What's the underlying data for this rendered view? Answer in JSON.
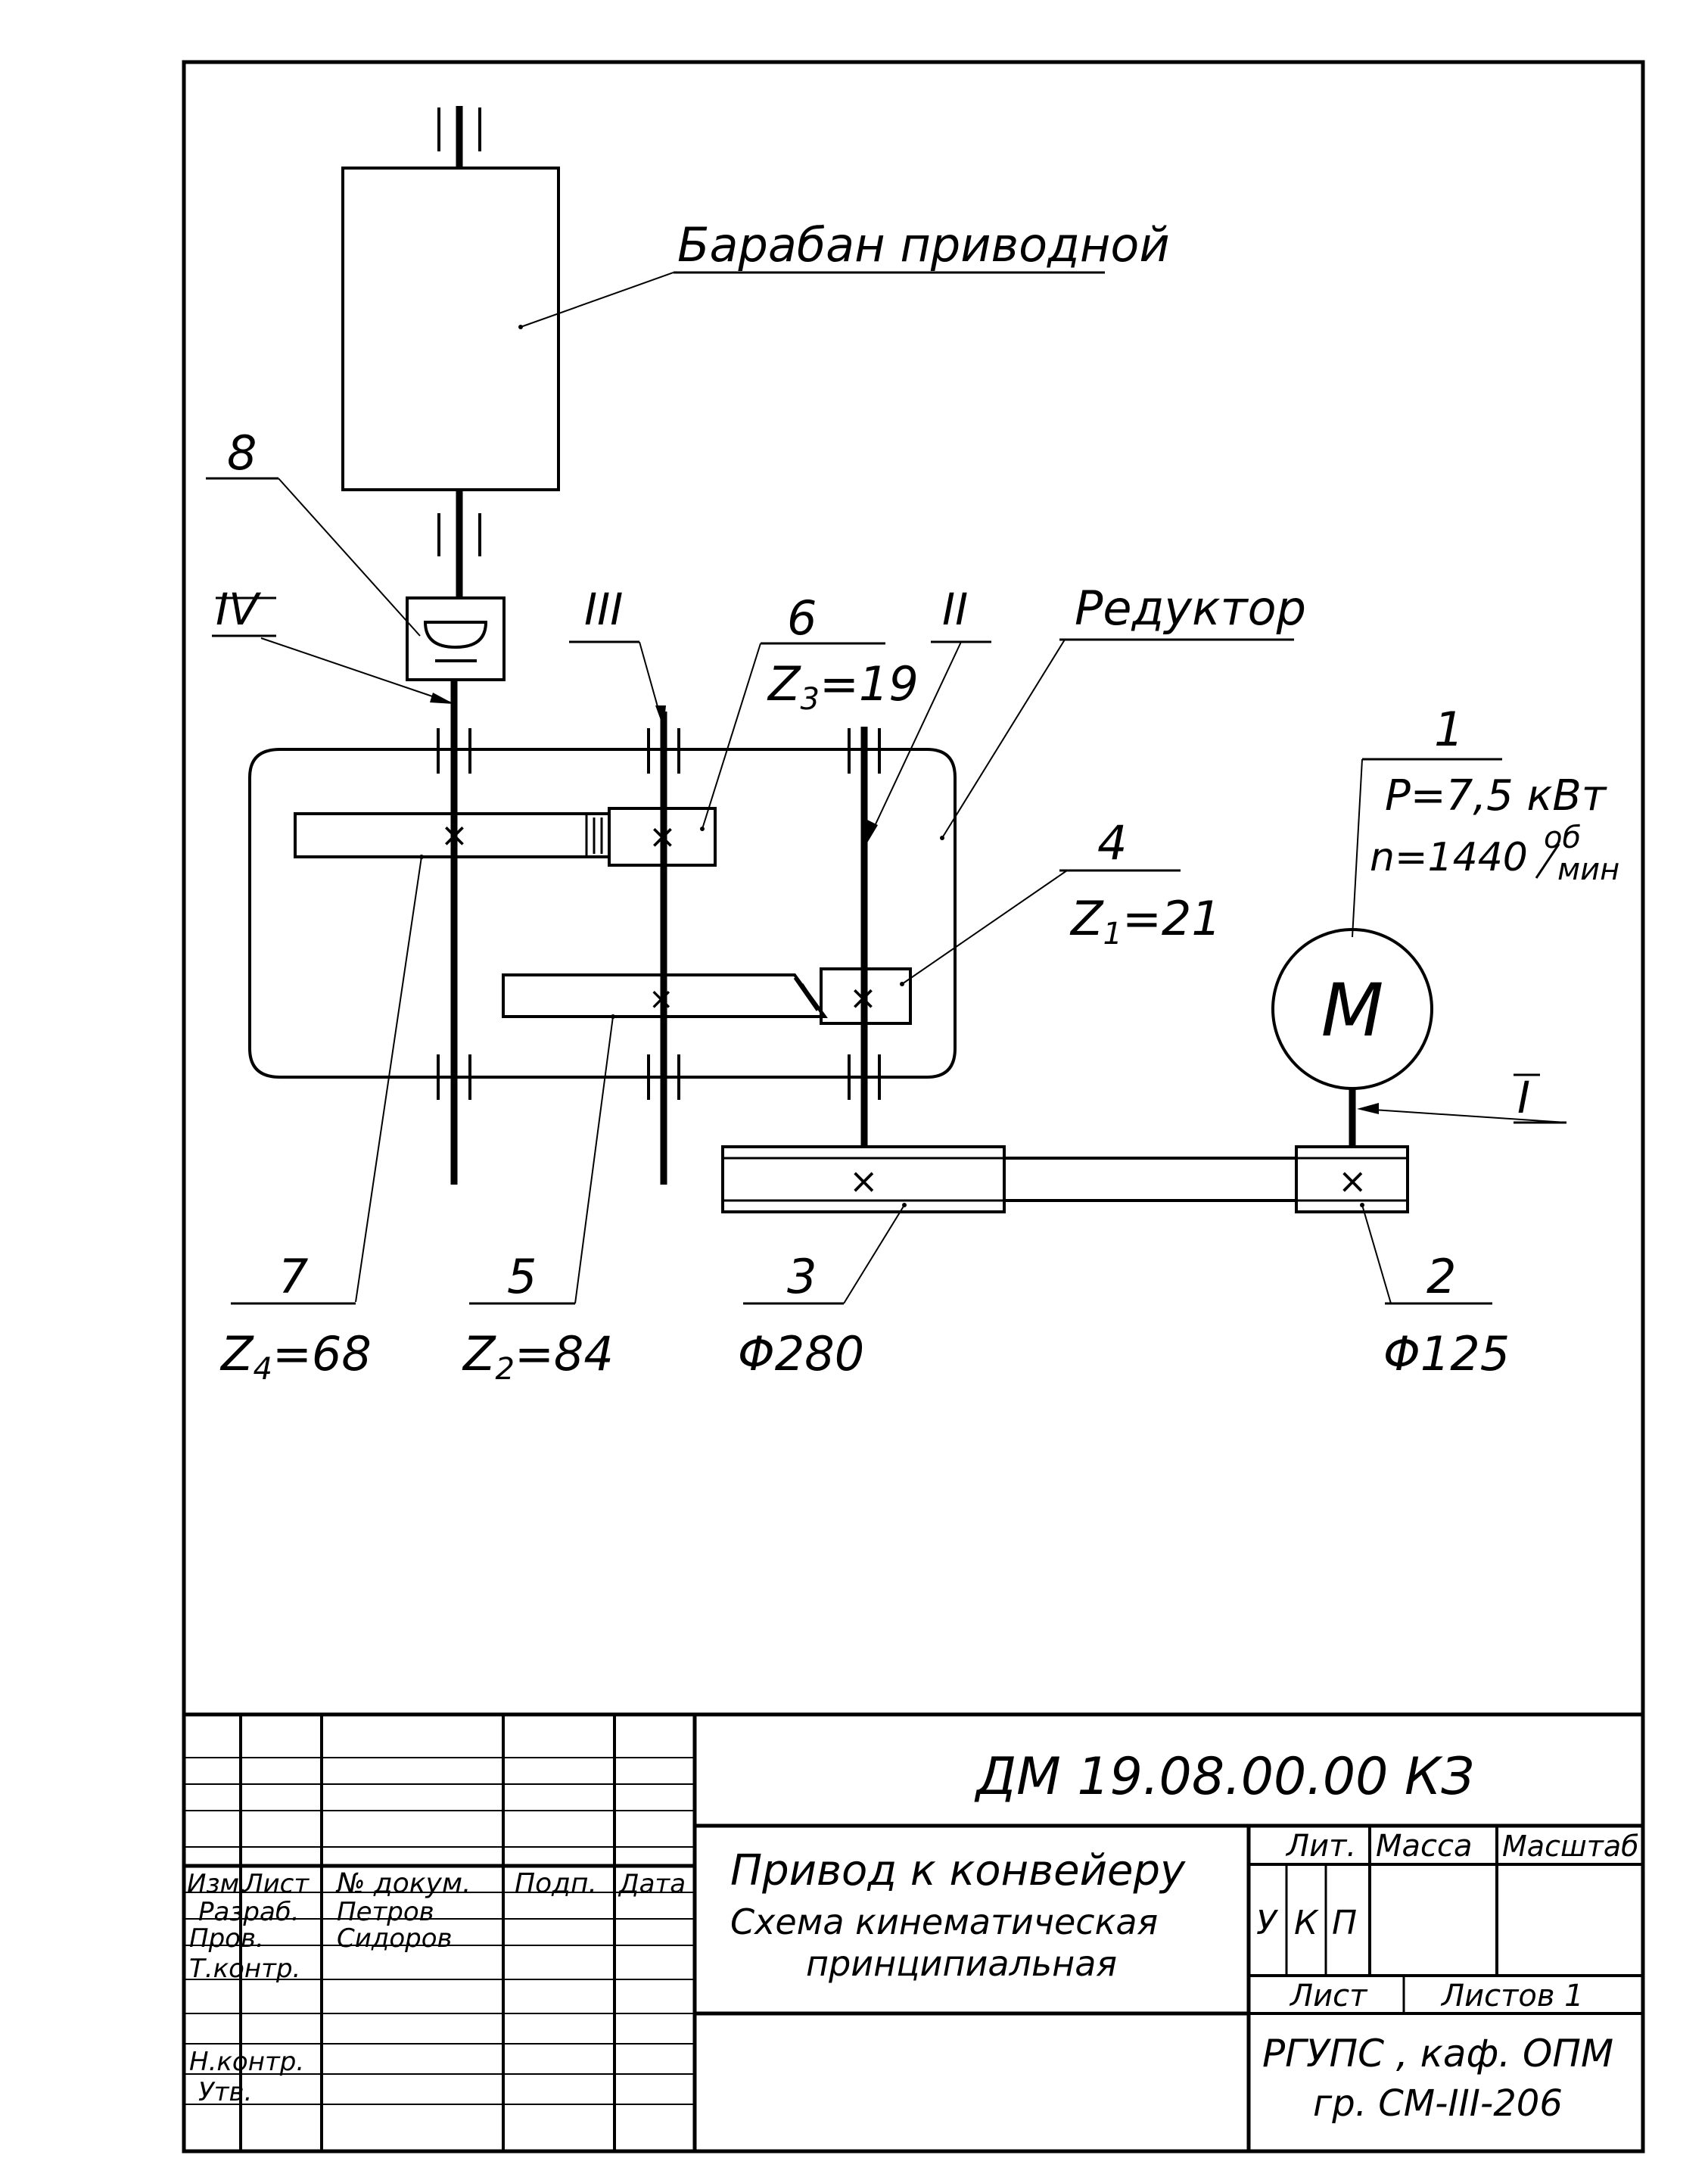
{
  "diagram": {
    "drum_label": "Барабан приводной",
    "reducer_label": "Редуктор",
    "shafts": {
      "I": "I",
      "II": "II",
      "III": "III",
      "IV": "IV"
    },
    "parts": [
      {
        "num": "1",
        "value": ""
      },
      {
        "num": "2",
        "value": "Φ125"
      },
      {
        "num": "3",
        "value": "Φ280"
      },
      {
        "num": "4",
        "value": ""
      },
      {
        "num": "5",
        "value": ""
      },
      {
        "num": "6",
        "value": ""
      },
      {
        "num": "7",
        "value": ""
      },
      {
        "num": "8",
        "value": ""
      }
    ],
    "motor": {
      "symbol": "M",
      "power": "P=7,5 кВт",
      "speed": "n=1440",
      "speed_unit_top": "об",
      "speed_unit_bottom": "мин"
    },
    "gears": {
      "z1": {
        "prefix": "Z",
        "sub": "1",
        "value": "=21"
      },
      "z2": {
        "prefix": "Z",
        "sub": "2",
        "value": "=84"
      },
      "z3": {
        "prefix": "Z",
        "sub": "3",
        "value": "=19"
      },
      "z4": {
        "prefix": "Z",
        "sub": "4",
        "value": "=68"
      }
    }
  },
  "title_block": {
    "doc_code": "ДМ 19.08.00.00 КЗ",
    "headers": {
      "izm": "Изм.",
      "list": "Лист",
      "doc_no": "№ докум.",
      "sign": "Подп.",
      "date": "Дата"
    },
    "rows": [
      {
        "role": "Разраб.",
        "name": "Петров"
      },
      {
        "role": "Пров.",
        "name": "Сидоров"
      },
      {
        "role": "Т.контр.",
        "name": ""
      },
      {
        "role": "",
        "name": ""
      },
      {
        "role": "Н.контр.",
        "name": ""
      },
      {
        "role": "Утв.",
        "name": ""
      }
    ],
    "title_line1": "Привод к конвейеру",
    "title_line2": "Схема кинематическая",
    "title_line3": "принципиальная",
    "lit_header": "Лит.",
    "mass_header": "Масса",
    "scale_header": "Масштаб",
    "lit_cells": [
      "У",
      "К",
      "П"
    ],
    "sheet_label": "Лист",
    "sheets_label": "Листов 1",
    "org_line1": "РГУПС , каф. ОПМ",
    "org_line2": "гр. СМ-III-206"
  }
}
